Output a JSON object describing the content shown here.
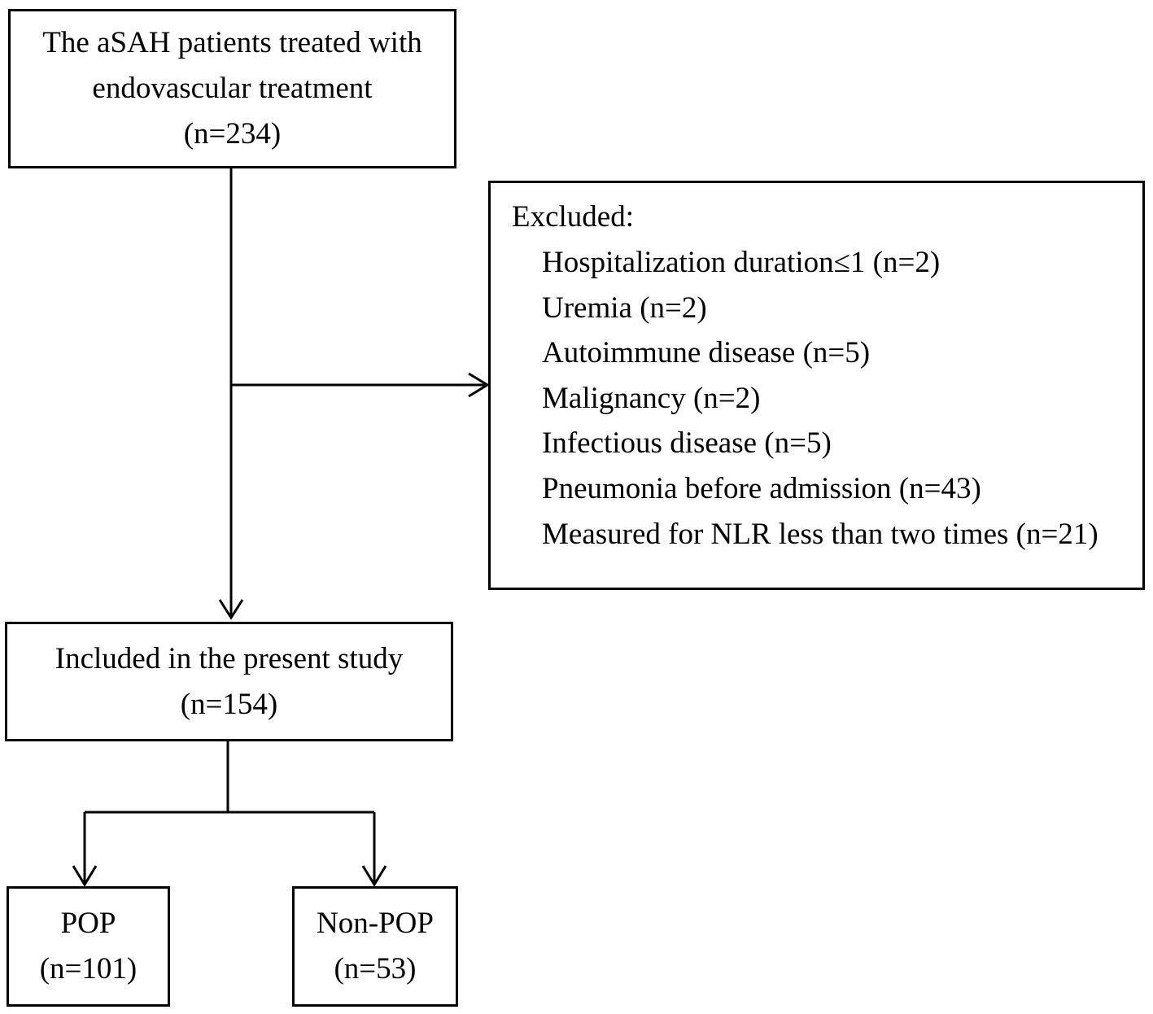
{
  "initial": {
    "lines": [
      "The aSAH patients treated with",
      "endovascular treatment",
      "(n=234)"
    ]
  },
  "excluded": {
    "title": "Excluded:",
    "items": [
      "Hospitalization duration≤1 (n=2)",
      "Uremia (n=2)",
      "Autoimmune disease (n=5)",
      "Malignancy (n=2)",
      "Infectious disease (n=5)",
      "Pneumonia before admission (n=43)",
      "Measured for NLR less than two times (n=21)"
    ]
  },
  "included": {
    "lines": [
      "Included in the present study",
      "(n=154)"
    ]
  },
  "pop": {
    "lines": [
      "POP",
      "(n=101)"
    ]
  },
  "nonpop": {
    "lines": [
      "Non-POP",
      "(n=53)"
    ]
  },
  "colors": {
    "stroke": "#000000",
    "background": "#ffffff"
  }
}
